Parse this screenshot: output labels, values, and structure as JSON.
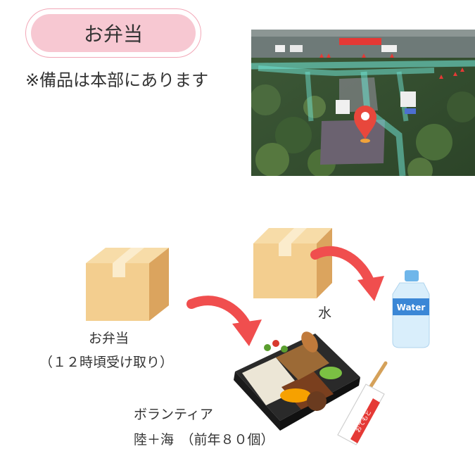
{
  "heading": {
    "title": "お弁当"
  },
  "note": "※備品は本部にあります",
  "water_label": "水",
  "water_bottle_text": "Water",
  "chopsticks_text": "おてもと",
  "bento_label": {
    "line1": "お弁当",
    "line2": "（１２時頃受け取り）"
  },
  "volunteer_label": {
    "line1": "ボランティア",
    "line2": "陸＋海　（前年８０個）"
  },
  "icons": [
    "box-icon",
    "arrow-icon",
    "water-bottle-icon",
    "bento-box-icon",
    "chopsticks-icon",
    "map-pin-icon"
  ],
  "colors": {
    "pill_fill": "#f7c8d2",
    "pill_border": "#f2a7b7",
    "arrow": "#f04e4e",
    "box": "#f3ce8f",
    "pin": "#e8473c",
    "path": "#6fe0d0"
  }
}
